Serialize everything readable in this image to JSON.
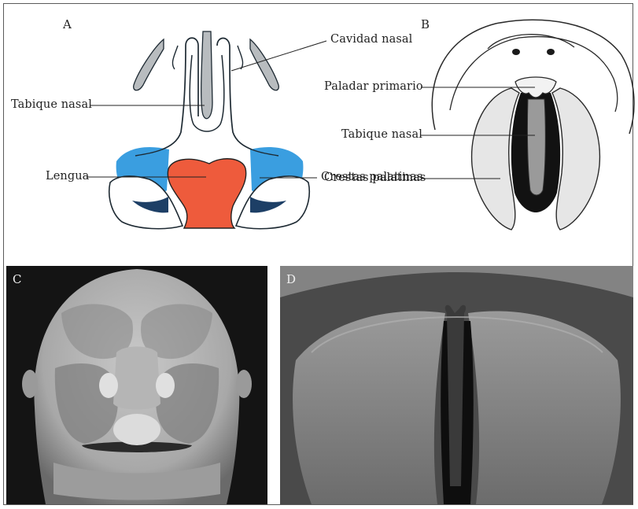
{
  "panels": {
    "a": {
      "letter": "A",
      "labels": {
        "cavidad_nasal": "Cavidad nasal",
        "tabique_nasal": "Tabique nasal",
        "lengua": "Lengua",
        "crestas_palatinas": "Crestas palatinas"
      }
    },
    "b": {
      "letter": "B",
      "labels": {
        "paladar_primario": "Paladar primario",
        "tabique_nasal": "Tabique nasal",
        "crestas_palatinas": "Crestas palatinas"
      }
    },
    "c": {
      "letter": "C"
    },
    "d": {
      "letter": "D"
    }
  },
  "colors": {
    "palatal_shelves": "#3a9ee0",
    "tongue": "#ee5b3c",
    "septum_gray": "#b8bcbf",
    "photo_bg": "#141414"
  }
}
